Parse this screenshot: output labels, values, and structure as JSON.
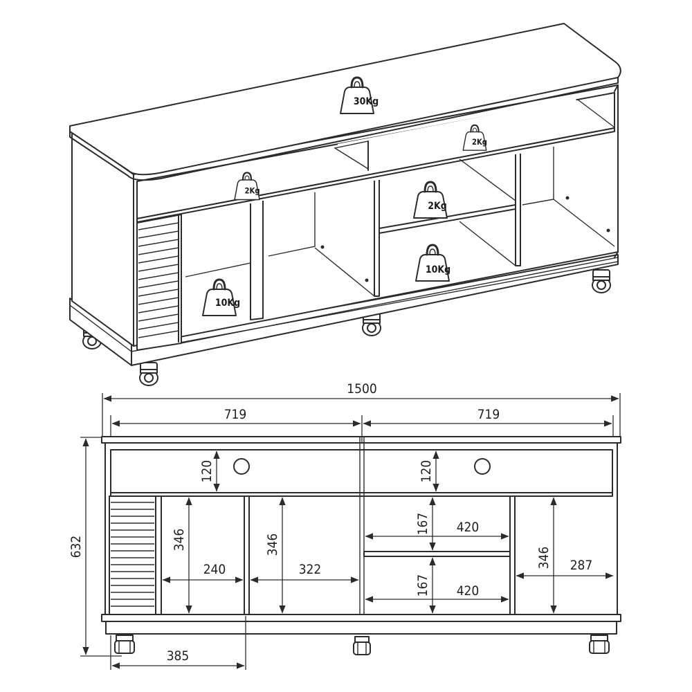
{
  "colors": {
    "line": "#2b2b2b",
    "background": "#ffffff"
  },
  "perspective": {
    "weights": {
      "top": "30Kg",
      "upper_right": "2Kg",
      "upper_left": "2Kg",
      "mid_shelf": "2Kg",
      "bottom_center": "10Kg",
      "bottom_left": "10Kg"
    }
  },
  "front": {
    "total_width": "1500",
    "left_half": "719",
    "right_half": "719",
    "height": "632",
    "drawer_left_height": "120",
    "drawer_right_height": "120",
    "niche1_height": "346",
    "niche1_width": "240",
    "niche2_height": "346",
    "niche2_width": "322",
    "niche3_top_height": "167",
    "niche3_top_width": "420",
    "niche3_bottom_height": "167",
    "niche3_bottom_width": "420",
    "niche4_height": "346",
    "niche4_width": "287",
    "bottom_offset": "385"
  }
}
